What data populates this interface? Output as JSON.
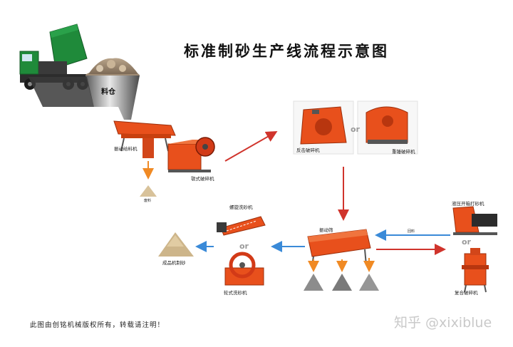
{
  "title": "标准制砂生产线流程示意图",
  "stages": {
    "silo": "料仓",
    "vibrating_feeder": "振动给料机",
    "jaw_crusher": "颚式破碎机",
    "scalp_output": "废料",
    "impact_crusher": "反击破碎机",
    "hammer_crusher": "重锤破碎机",
    "vibrating_screen": "振动筛",
    "return_material": "回料",
    "hydraulic_crusher": "液压开箱打砂机",
    "compound_crusher": "复合破碎机",
    "spiral_washer": "螺旋洗砂机",
    "wheel_washer": "轮式洗砂机",
    "finished_sand": "成品机制砂"
  },
  "or_label": "or",
  "footer": {
    "copyright": "此图由创铭机械版权所有，转载请注明！",
    "watermark": "知乎 @xixiblue"
  },
  "colors": {
    "machine_orange": "#e8501c",
    "arrow_red": "#d0342c",
    "arrow_blue": "#3a8ad8",
    "arrow_orange": "#f08a24",
    "truck_green": "#1f8a3a"
  }
}
